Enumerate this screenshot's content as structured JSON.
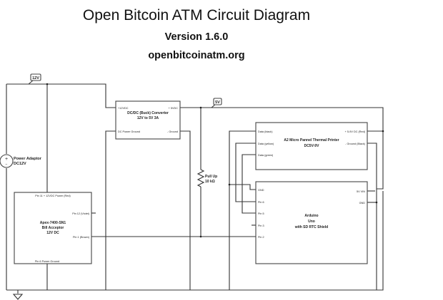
{
  "header": {
    "title": "Open Bitcoin ATM Circuit Diagram",
    "version": "Version 1.6.0",
    "website": "openbitcoinatm.org"
  },
  "net_labels": {
    "v12": "12V",
    "v5": "5V"
  },
  "power_adaptor": {
    "name": "Power Adaptor",
    "spec": "DC12V"
  },
  "converter": {
    "name": "DC/DC (Buck) Converter",
    "spec": "12V to 5V 3A",
    "pins": {
      "in_plus": "+12VDC",
      "out_plus": "+ 5VDC",
      "in_ground": "DC Power Ground",
      "out_ground": "- Ground"
    }
  },
  "pullup": {
    "name": "Pull Up",
    "value": "10 kΩ"
  },
  "printer": {
    "name": "A2 Micro Pannel Thermal Printer",
    "spec": "DC5V-9V",
    "pins": {
      "data_black": "Data (black)",
      "data_yellow": "Data (yellow)",
      "data_green": "Data (green)",
      "power": "+ 5-9V DC (Red)",
      "ground": "- Ground (Black)"
    }
  },
  "arduino": {
    "name": "Arduino",
    "model": "Uno",
    "shield": "with SD RTC Shield",
    "pins": {
      "gnd_left": "GND",
      "pin6": "Pin 6",
      "pin5": "Pin 5",
      "pin3": "Pin 3",
      "pin2": "Pin 2",
      "vin": "5V VIN",
      "gnd_right": "GND"
    }
  },
  "bill_acceptor": {
    "name": "Apex-7400-SN1",
    "type": "Bill Acceptor",
    "spec": "12V DC",
    "pins": {
      "power": "Pin 11 + 12VDC Power (Red)",
      "inhibit": "Pin 12 (Violet)",
      "signal": "Pin 1 (Brown)",
      "ground": "Pin 6 Power Ground"
    }
  }
}
